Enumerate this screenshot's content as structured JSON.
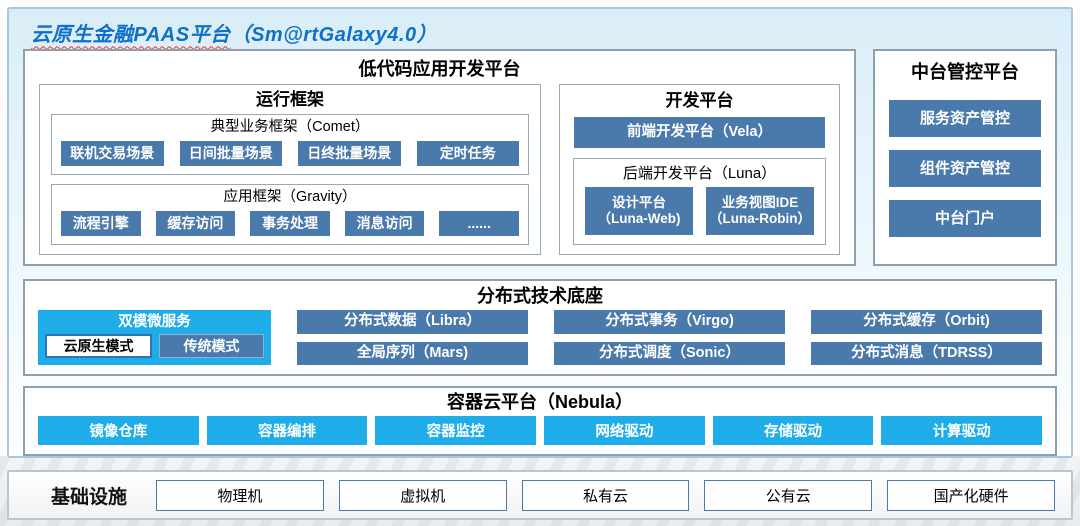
{
  "title": {
    "main": "云原生金融PAAS平台",
    "suffix": "（Sm@rtGalaxy4.0）"
  },
  "low_code": {
    "title": "低代码应用开发平台",
    "runtime": {
      "title": "运行框架",
      "comet": {
        "title": "典型业务框架（Comet）",
        "items": [
          "联机交易场景",
          "日间批量场景",
          "日终批量场景",
          "定时任务"
        ]
      },
      "gravity": {
        "title": "应用框架（Gravity）",
        "items": [
          "流程引擎",
          "缓存访问",
          "事务处理",
          "消息访问",
          "......"
        ]
      }
    },
    "dev": {
      "title": "开发平台",
      "frontend": "前端开发平台（Vela）",
      "backend": {
        "title": "后端开发平台（Luna）",
        "items": [
          {
            "line1": "设计平台",
            "line2": "（Luna-Web)"
          },
          {
            "line1": "业务视图IDE",
            "line2": "（Luna-Robin）"
          }
        ]
      }
    }
  },
  "middle_platform": {
    "title": "中台管控平台",
    "items": [
      "服务资产管控",
      "组件资产管控",
      "中台门户"
    ]
  },
  "distributed": {
    "title": "分布式技术底座",
    "dual_mode": {
      "title": "双模微服务",
      "modes": [
        "云原生模式",
        "传统模式"
      ]
    },
    "columns": [
      [
        "分布式数据（Libra）",
        "全局序列（Mars)"
      ],
      [
        "分布式事务（Virgo)",
        "分布式调度（Sonic）"
      ],
      [
        "分布式缓存（Orbit)",
        "分布式消息（TDRSS）"
      ]
    ]
  },
  "container_cloud": {
    "title": "容器云平台（Nebula）",
    "items": [
      "镜像仓库",
      "容器编排",
      "容器监控",
      "网络驱动",
      "存储驱动",
      "计算驱动"
    ]
  },
  "infrastructure": {
    "title": "基础设施",
    "items": [
      "物理机",
      "虚拟机",
      "私有云",
      "公有云",
      "国产化硬件"
    ]
  },
  "colors": {
    "title_blue": "#0e70c8",
    "steel_blue": "#4a79ac",
    "cyan": "#1fade9",
    "box_border": "#8e9fae",
    "outer_border": "#a9c7e2",
    "wavy_underline_red": "#ff2d2d"
  }
}
